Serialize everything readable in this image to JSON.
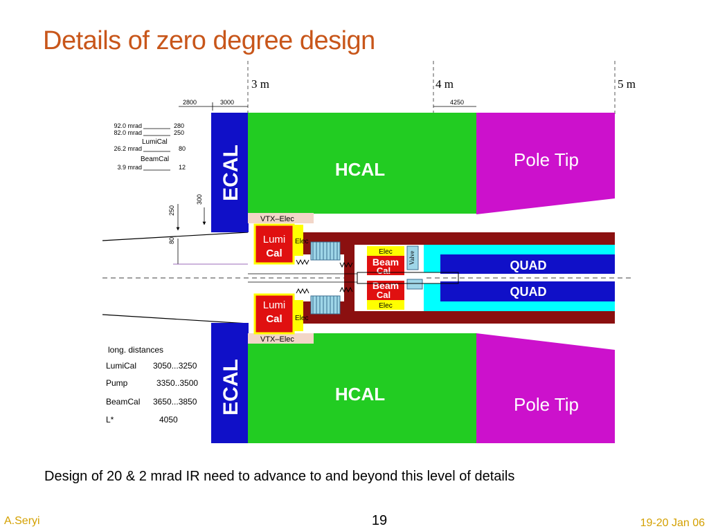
{
  "slide": {
    "title": "Details of zero degree design",
    "caption": "Design of 20 & 2 mrad IR need to advance to and beyond this level of details",
    "author": "A.Seryi",
    "page": "19",
    "date": "19-20 Jan 06"
  },
  "diagram": {
    "scale_labels": [
      "3 m",
      "4 m",
      "5 m"
    ],
    "dims": {
      "d2800": "2800",
      "d3000": "3000",
      "d4250": "4250",
      "d250": "250",
      "d300": "300",
      "d80": "80"
    },
    "angles": [
      {
        "mrad": "92.0 mrad",
        "val": "280"
      },
      {
        "mrad": "82.0 mrad",
        "val": "250"
      },
      {
        "mrad": "26.2 mrad",
        "val": "80"
      },
      {
        "mrad": "3.9 mrad",
        "val": "12"
      }
    ],
    "angle_labels": {
      "lumical": "LumiCal",
      "beamcal": "BeamCal"
    },
    "blocks": {
      "ecal": "ECAL",
      "hcal": "HCAL",
      "pole_tip": "Pole Tip",
      "quad": "QUAD",
      "vtx_elec": "VTX–Elec",
      "lumi": "Lumi",
      "cal": "Cal",
      "elec": "Elec",
      "beam": "Beam",
      "valve": "Valve"
    },
    "long_distances": {
      "heading": "long. distances",
      "rows": [
        {
          "name": "LumiCal",
          "range": "3050...3250"
        },
        {
          "name": "Pump",
          "range": "3350..3500"
        },
        {
          "name": "BeamCal",
          "range": "3650...3850"
        },
        {
          "name": "L*",
          "range": "4050"
        }
      ]
    }
  },
  "colors": {
    "title": "#c8561a",
    "footer": "#d4a000",
    "ecal": "#1010c8",
    "hcal": "#22cc22",
    "pole_tip": "#cc11cc",
    "quad": "#1010c8",
    "beampipe": "#8b1010",
    "cyan": "#00ffff",
    "cal": "#e01010",
    "elec": "#ffff00",
    "vtx": "#f2d6c8"
  }
}
